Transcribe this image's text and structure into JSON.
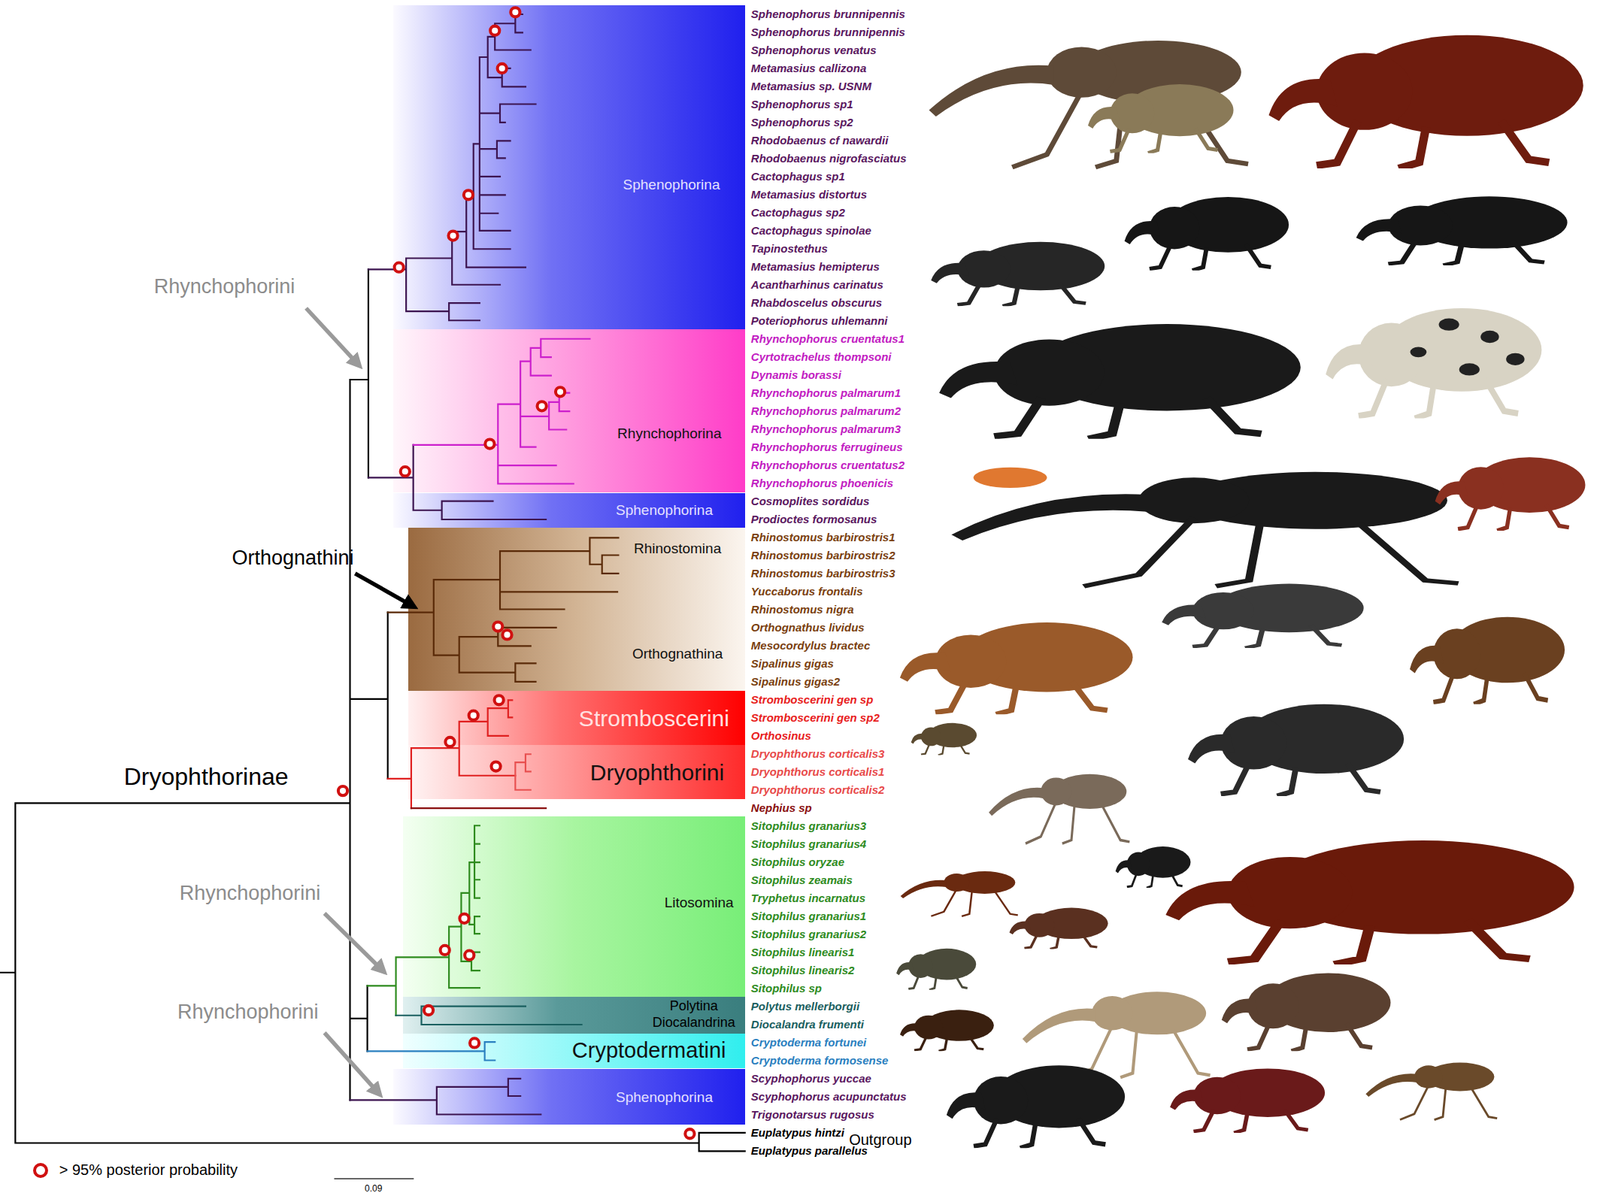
{
  "diagram": {
    "nodes": [
      {
        "text": [
          "Sphenophorina"
        ]
      },
      {
        "text": [
          "Rhynchophorina"
        ]
      },
      {
        "text": [
          "Sphenophorina"
        ]
      },
      {
        "text": [
          "Rhinostomina",
          "Orthognathina"
        ]
      },
      {
        "text": [
          "Stromboscerini"
        ]
      },
      {
        "text": [
          "Dryophthorini"
        ]
      },
      {
        "text": [
          "Litosomina"
        ]
      },
      {
        "text": [
          "Polytina",
          "Diocalandrina"
        ]
      },
      {
        "text": [
          "Cryptodermatini"
        ]
      },
      {
        "text": [
          "Sphenophorina"
        ]
      }
    ],
    "labels": [
      "Sphenophorus brunnipennis",
      "Sphenophorus brunnipennis",
      "Sphenophorus venatus",
      "Metamasius callizona",
      "Metamasius sp. USNM",
      "Sphenophorus sp1",
      "Sphenophorus sp2",
      "Rhodobaenus cf nawardii",
      "Rhodobaenus nigrofasciatus",
      "Cactophagus sp1",
      "Metamasius distortus",
      "Cactophagus sp2",
      "Cactophagus spinolae",
      "Tapinostethus",
      "Metamasius hemipterus",
      "Acantharhinus carinatus",
      "Rhabdoscelus obscurus",
      "Poteriophorus uhlemanni",
      "Rhynchophorus cruentatus1",
      "Cyrtotrachelus thompsoni",
      "Dynamis borassi",
      "Rhynchophorus palmarum1",
      "Rhynchophorus palmarum2",
      "Rhynchophorus palmarum3",
      "Rhynchophorus ferrugineus",
      "Rhynchophorus cruentatus2",
      "Rhynchophorus phoenicis",
      "Cosmoplites sordidus",
      "Prodioctes formosanus",
      "Rhinostomus barbirostris1",
      "Rhinostomus barbirostris2",
      "Rhinostomus barbirostris3",
      "Yuccaborus frontalis",
      "Rhinostomus nigra",
      "Orthognathus lividus",
      "Mesocordylus bractec",
      "Sipalinus gigas",
      "Sipalinus gigas2",
      "Stromboscerini gen sp",
      "Stromboscerini gen sp2",
      "Orthosinus",
      "Dryophthorus corticalis3",
      "Dryophthorus corticalis1",
      "Dryophthorus corticalis2",
      "Nephius sp",
      "Sitophilus granarius3",
      "Sitophilus granarius4",
      "Sitophilus oryzae",
      "Sitophilus zeamais",
      "Tryphetus incarnatus",
      "Sitophilus granarius1",
      "Sitophilus granarius2",
      "Sitophilus linearis1",
      "Sitophilus linearis2",
      "Sitophilus sp",
      "Polytus mellerborgii",
      "Diocalandra frumenti",
      "Cryptoderma fortunei",
      "Cryptoderma formosense",
      "Scyphophorus yuccae",
      "Scyphophorus acupunctatus",
      "Trigonotarsus rugosus",
      "Euplatypus hintzi",
      "Euplatypus parallelus",
      "Rhynchophorini",
      "Orthognathini",
      "Dryophthorinae",
      "Rhynchophorini",
      "Rhynchophorini",
      "Outgroup",
      "0.09"
    ],
    "legend": [
      {
        "text": "> 95% posterior probability"
      }
    ]
  }
}
